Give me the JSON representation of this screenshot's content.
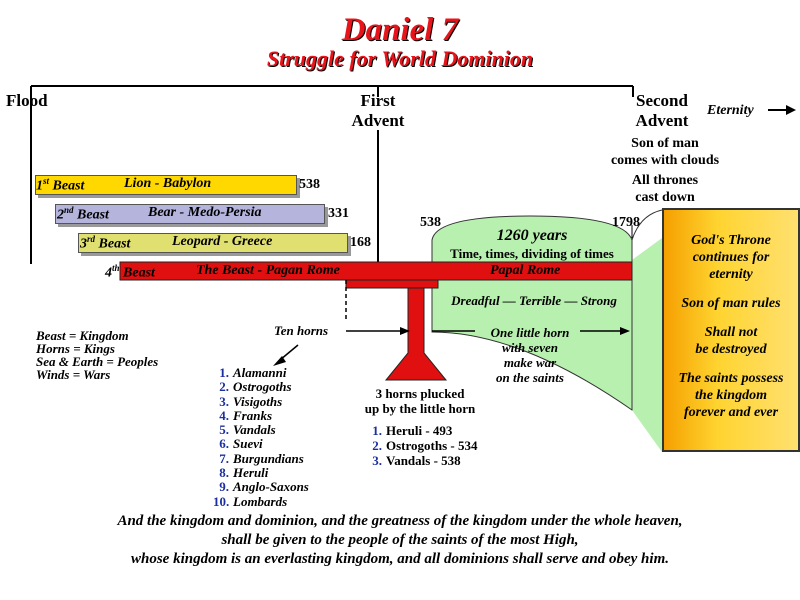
{
  "title": "Daniel 7",
  "subtitle": "Struggle for World Dominion",
  "timeline": {
    "flood": "Flood",
    "first_advent": "First\nAdvent",
    "second_advent": "Second\nAdvent",
    "eternity": "Eternity"
  },
  "son_of_man_clouds": "Son of man\ncomes with clouds",
  "thrones_cast_down": "All thrones\ncast down",
  "beasts": [
    {
      "ordinal": "1",
      "sup": "st",
      "word": "Beast",
      "label": "Lion  -  Babylon",
      "end": "538",
      "color": "#ffd800"
    },
    {
      "ordinal": "2",
      "sup": "nd",
      "word": "Beast",
      "label": "Bear  -  Medo-Persia",
      "end": "331",
      "color": "#b4b4dc"
    },
    {
      "ordinal": "3",
      "sup": "rd",
      "word": "Beast",
      "label": "Leopard  -  Greece",
      "end": "168",
      "color": "#e0e070"
    },
    {
      "ordinal": "4",
      "sup": "th",
      "word": "Beast",
      "label": "The Beast  -  Pagan Rome",
      "end": "",
      "color": "#e01010"
    }
  ],
  "papal_rome": "Papal Rome",
  "period": {
    "start": "538",
    "end": "1798",
    "title": "1260 years",
    "subtitle": "Time, times, dividing of times"
  },
  "dreadful": "Dreadful — Terrible — Strong",
  "ten_horns": "Ten horns",
  "little_horn": "One little horn\nwith seven\nmake war\non the saints",
  "plucked": "3 horns plucked\nup by the little horn",
  "legend": [
    "Beast = Kingdom",
    "Horns = Kings",
    "Sea & Earth = Peoples",
    "Winds = Wars"
  ],
  "kings": [
    {
      "n": "1.",
      "name": "Alamanni"
    },
    {
      "n": "2.",
      "name": "Ostrogoths"
    },
    {
      "n": "3.",
      "name": "Visigoths"
    },
    {
      "n": "4.",
      "name": "Franks"
    },
    {
      "n": "5.",
      "name": "Vandals"
    },
    {
      "n": "6.",
      "name": "Suevi"
    },
    {
      "n": "7.",
      "name": "Burgundians"
    },
    {
      "n": "8.",
      "name": "Heruli"
    },
    {
      "n": "9.",
      "name": "Anglo-Saxons"
    },
    {
      "n": "10.",
      "name": "Lombards"
    }
  ],
  "plucked_horns": [
    {
      "n": "1.",
      "name": "Heruli - 493"
    },
    {
      "n": "2.",
      "name": "Ostrogoths - 534"
    },
    {
      "n": "3.",
      "name": "Vandals - 538"
    }
  ],
  "throne_box": [
    "God's Throne\ncontinues for\neternity",
    "Son of man rules",
    "Shall not\nbe destroyed",
    "The saints possess\nthe kingdom\nforever and ever"
  ],
  "quote": [
    "And the kingdom and dominion, and the greatness of the kingdom under the whole heaven,",
    "shall be given to the people of the saints of the most High,",
    "whose kingdom is an everlasting kingdom, and all dominions shall serve and obey him."
  ],
  "colors": {
    "title": "#e8141c",
    "red": "#e01010",
    "green": "#b8f0b0",
    "number_blue": "#1a2fa0"
  }
}
